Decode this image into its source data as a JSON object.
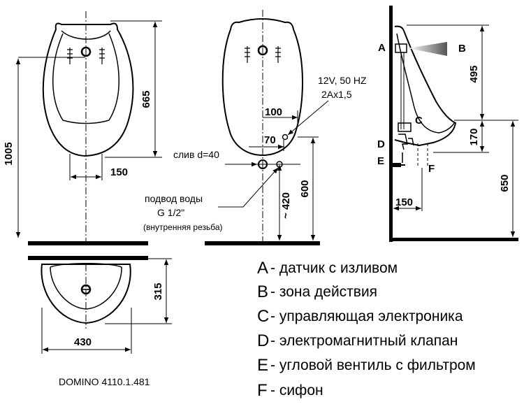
{
  "dimensions": {
    "front_height": "1005",
    "front_top": "665",
    "front_spacing": "150",
    "back_100": "100",
    "back_70": "70",
    "back_600": "600",
    "back_420": "~ 420",
    "side_495": "495",
    "side_170": "170",
    "side_650": "650",
    "side_150": "150",
    "top_315": "315",
    "top_430": "430"
  },
  "labels": {
    "power": "12V, 50 HZ",
    "fuse": "2Ax1,5",
    "drain": "слив d=40",
    "water_inlet": "подвод воды",
    "thread_size": "G 1/2\"",
    "thread_type": "(внутренняя резьба)"
  },
  "side_letters": {
    "a": "A",
    "b": "B",
    "c": "C",
    "d": "D",
    "e": "E",
    "f": "F"
  },
  "legend": [
    {
      "letter": "A",
      "text": "- датчик с изливом"
    },
    {
      "letter": "B",
      "text": "- зона действия"
    },
    {
      "letter": "C",
      "text": "- управляющая электроника"
    },
    {
      "letter": "D",
      "text": "- электромагнитный клапан"
    },
    {
      "letter": "E",
      "text": "- угловой вентиль с фильтром"
    },
    {
      "letter": "F",
      "text": "- сифон"
    }
  ],
  "model": "DOMINO 4110.1.481"
}
